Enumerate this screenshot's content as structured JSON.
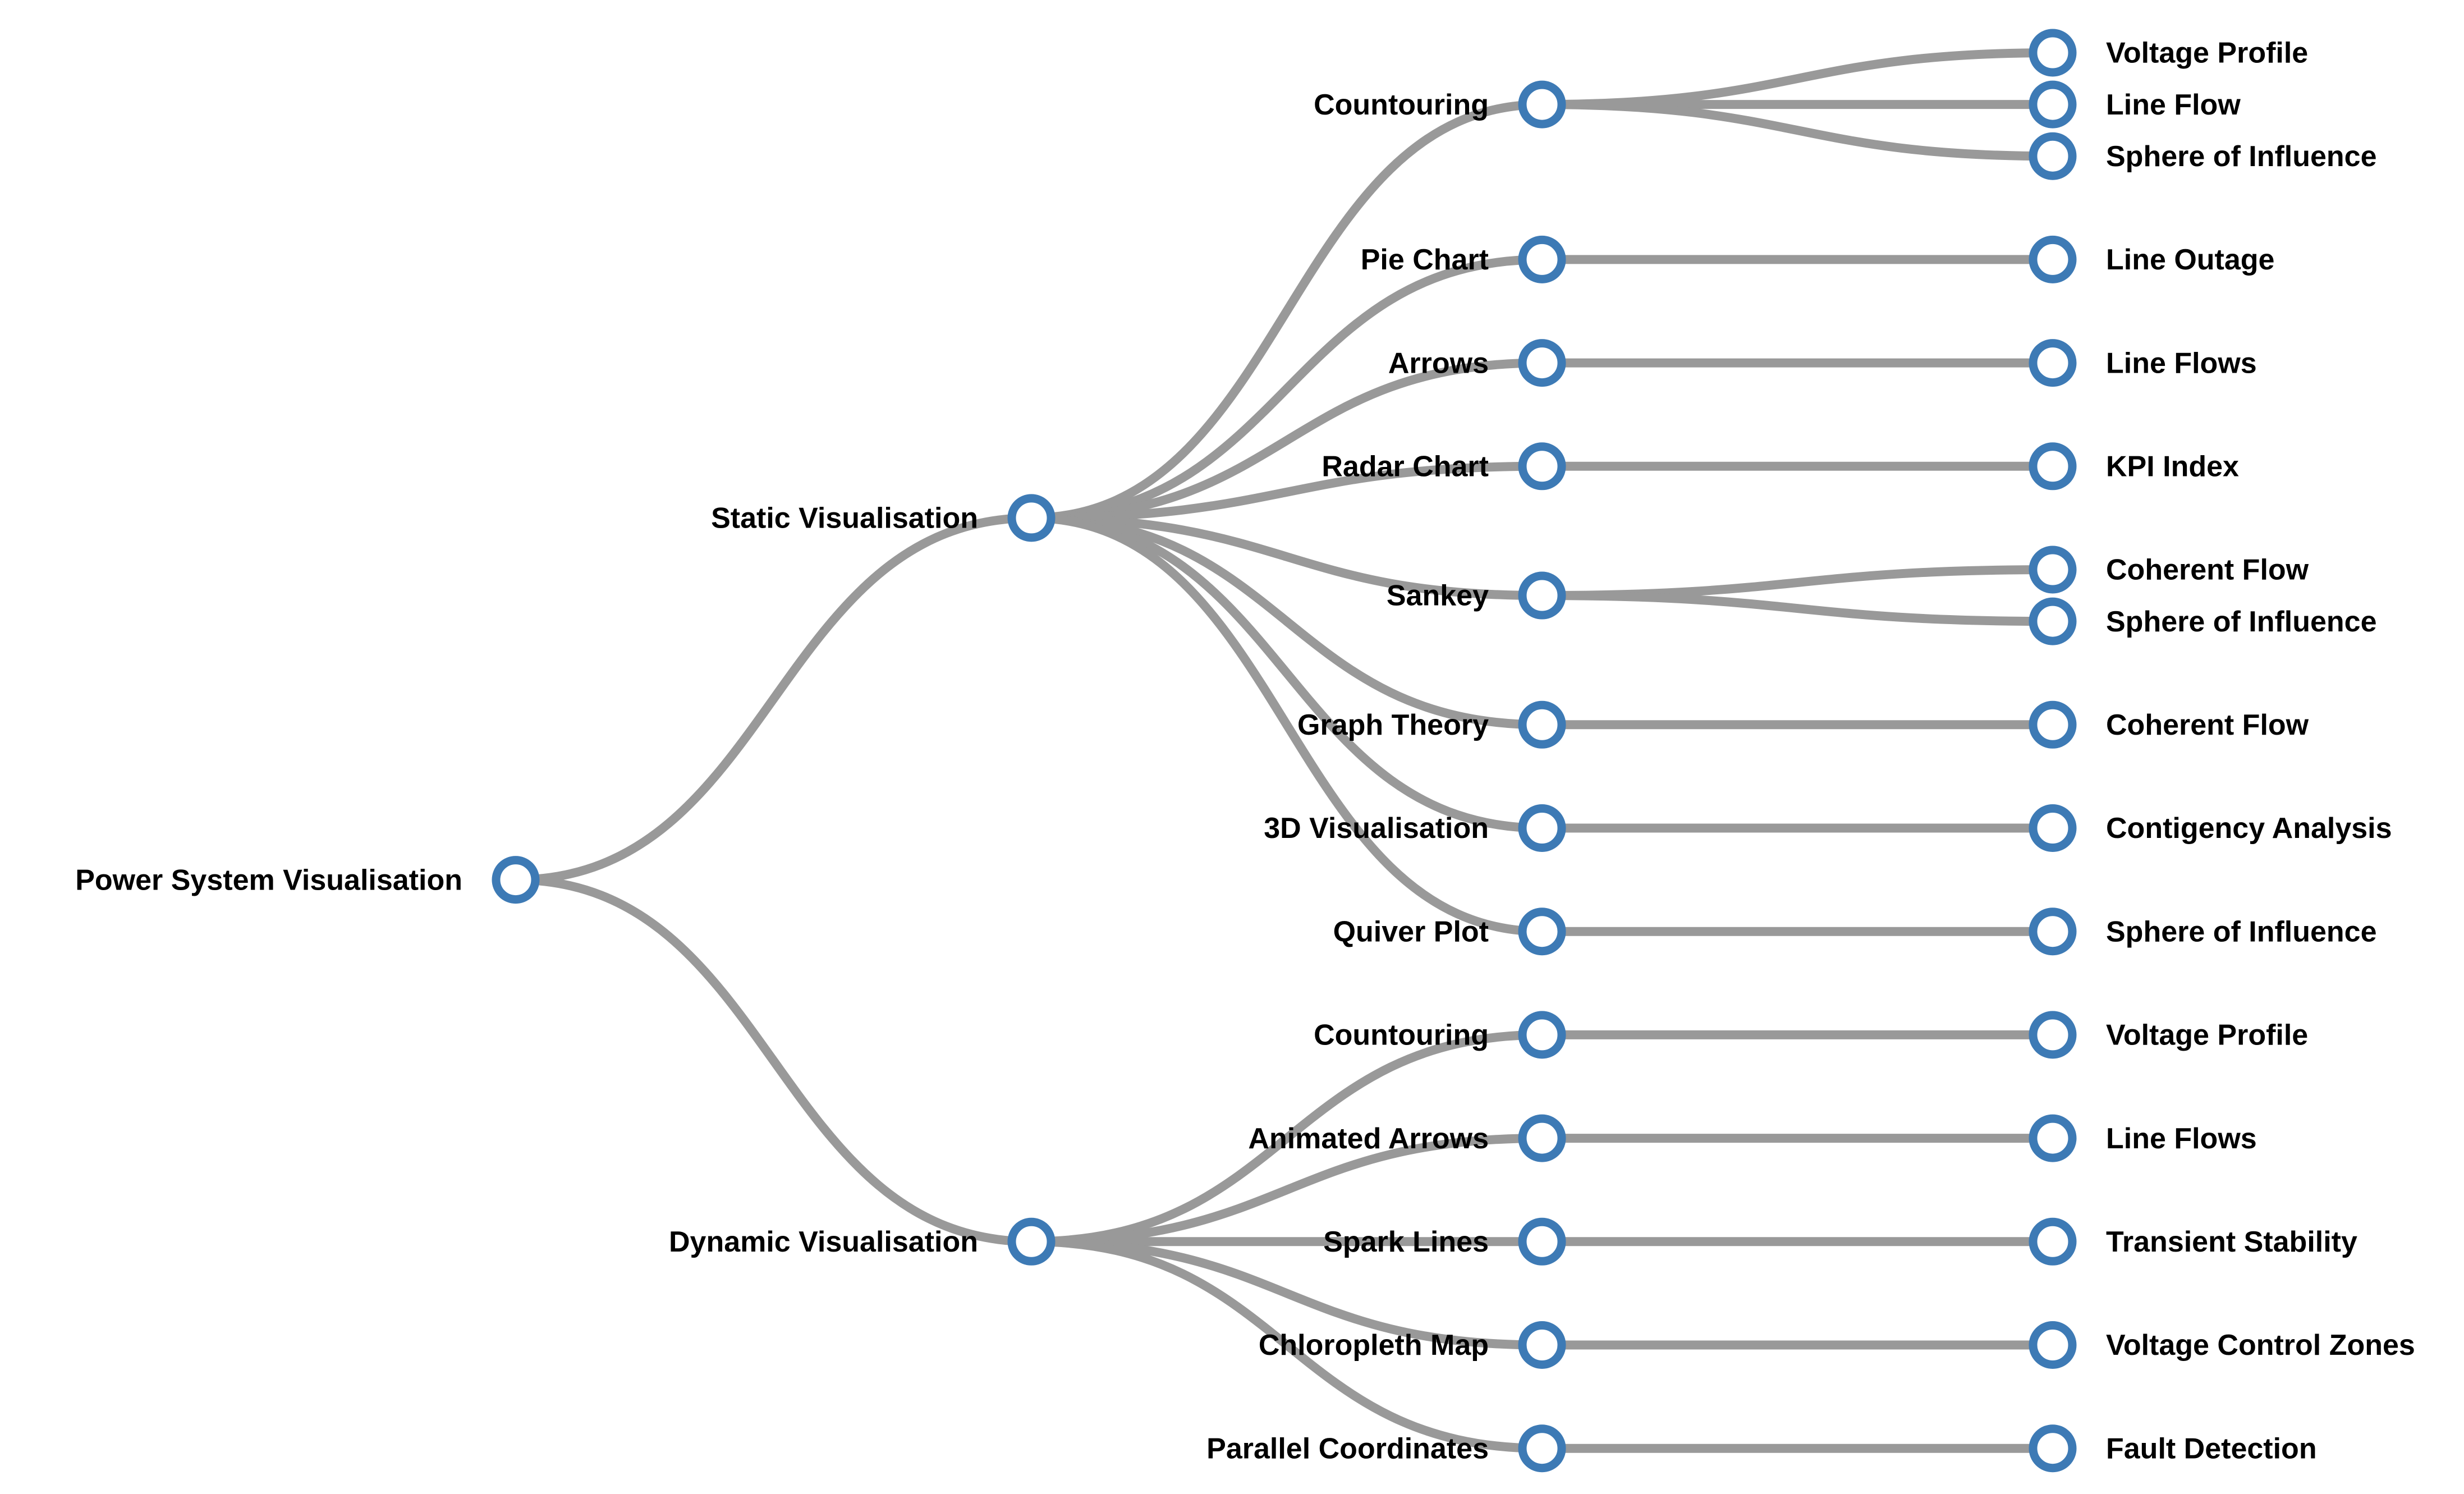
{
  "diagram_title": "Power System Visualisation",
  "colors": {
    "background": "#ffffff",
    "node_stroke": "#3d7ab5",
    "node_fill": "#ffffff",
    "link": "#999999",
    "label": "#000000"
  },
  "tree": {
    "label": "Power System Visualisation",
    "children": [
      {
        "label": "Static Visualisation",
        "children": [
          {
            "label": "Countouring",
            "children": [
              {
                "label": "Voltage Profile"
              },
              {
                "label": "Line Flow"
              },
              {
                "label": "Sphere of Influence"
              }
            ]
          },
          {
            "label": "Pie Chart",
            "children": [
              {
                "label": "Line Outage"
              }
            ]
          },
          {
            "label": "Arrows",
            "children": [
              {
                "label": "Line Flows"
              }
            ]
          },
          {
            "label": "Radar Chart",
            "children": [
              {
                "label": "KPI Index"
              }
            ]
          },
          {
            "label": "Sankey",
            "children": [
              {
                "label": "Coherent Flow"
              },
              {
                "label": "Sphere of Influence"
              }
            ]
          },
          {
            "label": "Graph Theory",
            "children": [
              {
                "label": "Coherent Flow"
              }
            ]
          },
          {
            "label": "3D Visualisation",
            "children": [
              {
                "label": "Contigency Analysis"
              }
            ]
          },
          {
            "label": "Quiver Plot",
            "children": [
              {
                "label": "Sphere of Influence"
              }
            ]
          }
        ]
      },
      {
        "label": "Dynamic Visualisation",
        "children": [
          {
            "label": "Countouring",
            "children": [
              {
                "label": "Voltage Profile"
              }
            ]
          },
          {
            "label": "Animated Arrows",
            "children": [
              {
                "label": "Line Flows"
              }
            ]
          },
          {
            "label": "Spark Lines",
            "children": [
              {
                "label": "Transient Stability"
              }
            ]
          },
          {
            "label": "Chloropleth Map",
            "children": [
              {
                "label": "Voltage Control Zones"
              }
            ]
          },
          {
            "label": "Parallel Coordinates",
            "children": [
              {
                "label": "Fault Detection"
              }
            ]
          }
        ]
      }
    ]
  }
}
